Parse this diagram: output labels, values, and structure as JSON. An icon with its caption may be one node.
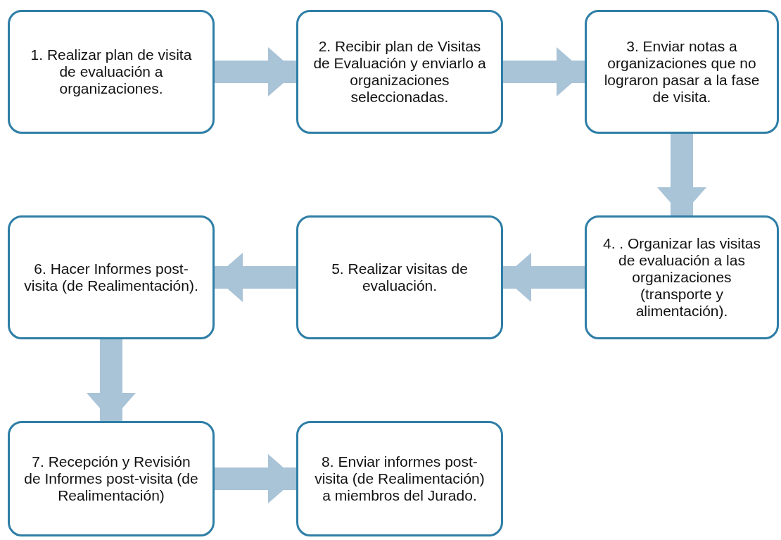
{
  "diagram": {
    "nodes": [
      {
        "text": [
          "1. Realizar plan de visita de evaluación a organizaciones."
        ]
      },
      {
        "text": [
          "2. Recibir plan de Visitas de Evaluación y enviarlo a organizaciones seleccionadas."
        ]
      },
      {
        "text": [
          "3. Enviar notas a organizaciones que no lograron pasar a la fase de visita."
        ]
      },
      {
        "text": [
          "4. . Organizar las visitas de evaluación a las organizaciones (transporte y alimentación)."
        ]
      },
      {
        "text": [
          "5. Realizar visitas de evaluación."
        ]
      },
      {
        "text": [
          "6. Hacer Informes post-visita (de Realimentación)."
        ]
      },
      {
        "text": [
          "7. Recepción y Revisión de Informes post-visita (de Realimentación)"
        ]
      },
      {
        "text": [
          "8. Enviar informes post-visita (de Realimentación) a miembros del Jurado."
        ]
      }
    ],
    "edges": [
      {
        "from": 0,
        "to": 1,
        "arrow": "to"
      },
      {
        "from": 1,
        "to": 2,
        "arrow": "to"
      },
      {
        "from": 2,
        "to": 3,
        "arrow": "to"
      },
      {
        "from": 3,
        "to": 4,
        "arrow": "to"
      },
      {
        "from": 4,
        "to": 5,
        "arrow": "to"
      },
      {
        "from": 5,
        "to": 6,
        "arrow": "to"
      },
      {
        "from": 6,
        "to": 7,
        "arrow": "to"
      }
    ]
  }
}
